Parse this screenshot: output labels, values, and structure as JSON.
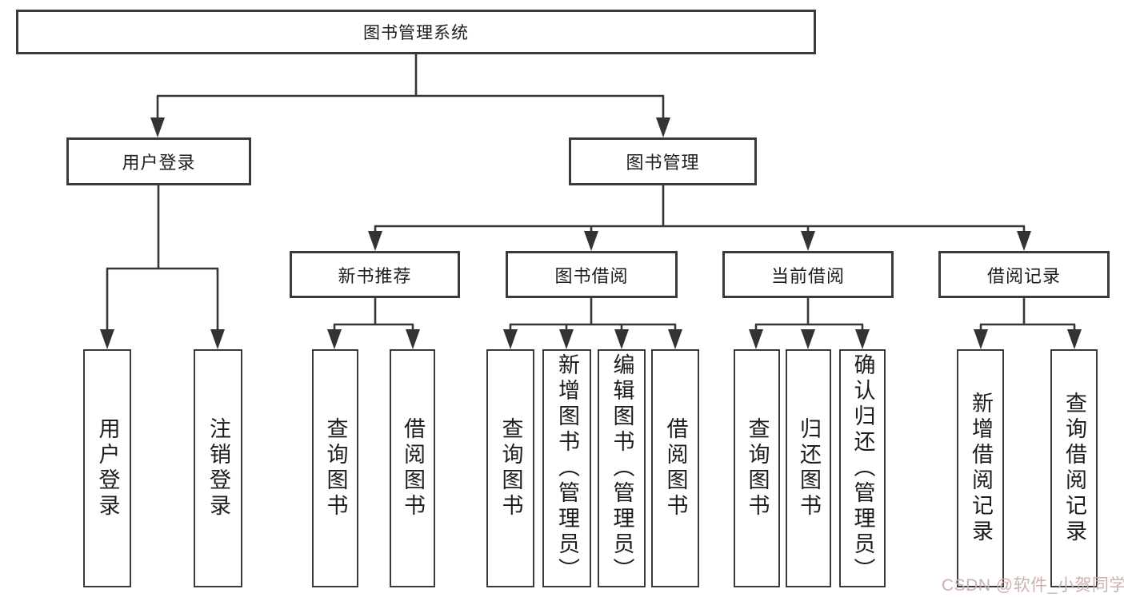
{
  "tree": {
    "label": "图书管理系统",
    "children": [
      {
        "label": "用户登录",
        "children": [
          {
            "label": "用户登录"
          },
          {
            "label": "注销登录"
          }
        ]
      },
      {
        "label": "图书管理",
        "children": [
          {
            "label": "新书推荐",
            "children": [
              {
                "label": "查询图书"
              },
              {
                "label": "借阅图书"
              }
            ]
          },
          {
            "label": "图书借阅",
            "children": [
              {
                "label": "查询图书"
              },
              {
                "label": "新增图书（管理员）"
              },
              {
                "label": "编辑图书（管理员）"
              },
              {
                "label": "借阅图书"
              }
            ]
          },
          {
            "label": "当前借阅",
            "children": [
              {
                "label": "查询图书"
              },
              {
                "label": "归还图书"
              },
              {
                "label": "确认归还（管理员）"
              }
            ]
          },
          {
            "label": "借阅记录",
            "children": [
              {
                "label": "新增借阅记录"
              },
              {
                "label": "查询借阅记录"
              }
            ]
          }
        ]
      }
    ]
  },
  "watermark": "CSDN @软件_小贺同学",
  "colors": {
    "line": "#363636",
    "box_border": "#3a3a3a",
    "text": "#1c1c1c",
    "watermark": "#cbacac",
    "background": "#ffffff"
  }
}
